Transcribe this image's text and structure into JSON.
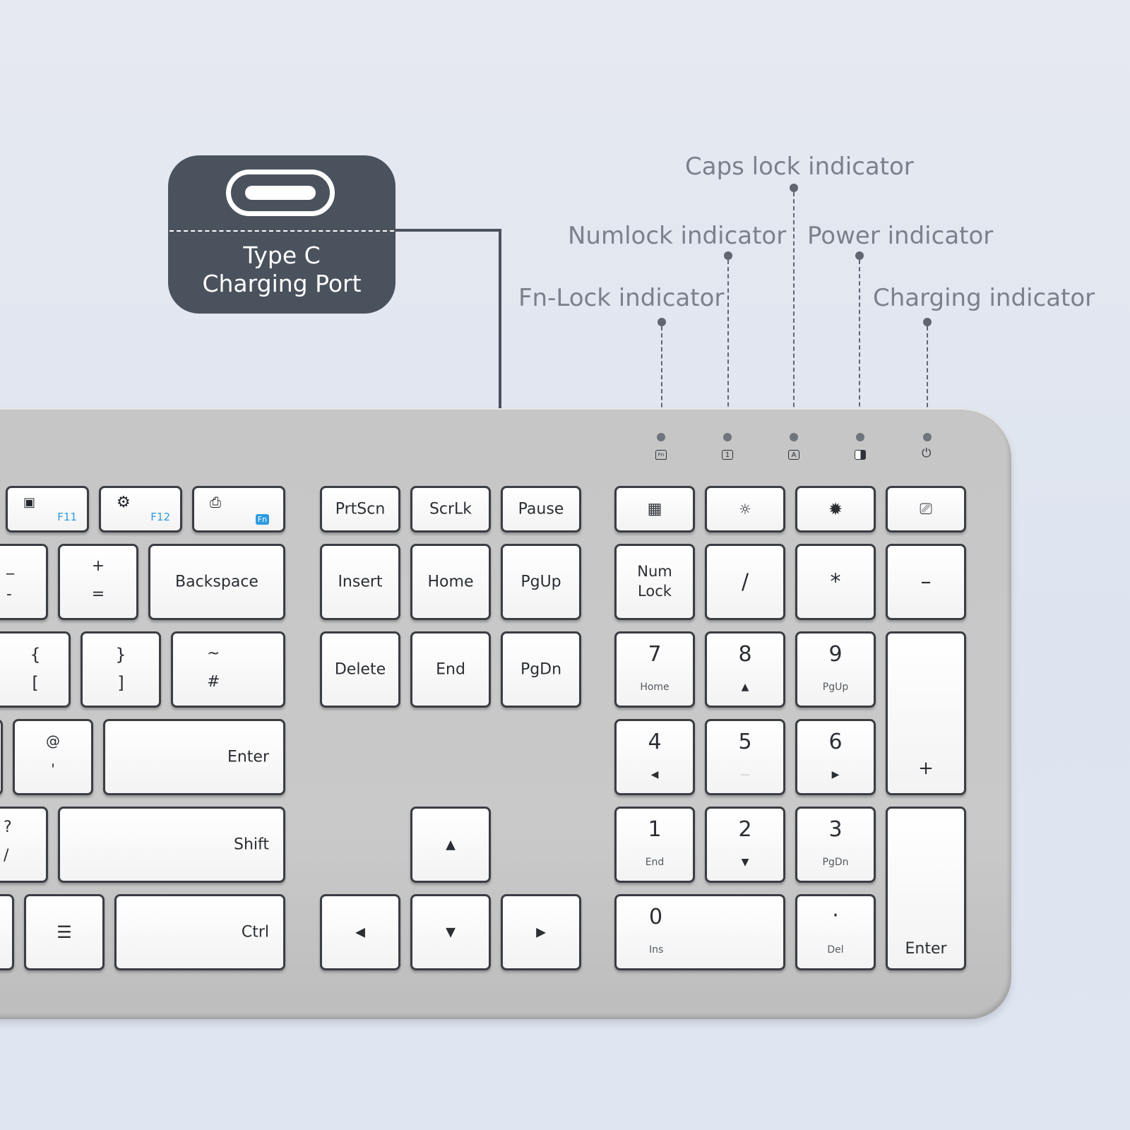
{
  "callout": {
    "line1": "Type C",
    "line2": "Charging Port",
    "color": "#4a525d",
    "icon": "usb-c-port-icon"
  },
  "indicators": {
    "caps_lock": "Caps lock indicator",
    "numlock": "Numlock indicator",
    "power": "Power indicator",
    "fn_lock": "Fn-Lock indicator",
    "charging": "Charging indicator",
    "led_icons": {
      "fn": "Fn",
      "num": "1",
      "caps": "A",
      "power": "battery-icon",
      "charge": "power-icon"
    }
  },
  "keys": {
    "f11": {
      "icon": "save-icon",
      "fn": "F11"
    },
    "f12": {
      "icon": "gear-icon",
      "fn": "F12"
    },
    "prtsc_fn": {
      "icon": "printer-icon",
      "lock": "Fn"
    },
    "prtscn": "PrtScn",
    "scrlk": "ScrLk",
    "pause": "Pause",
    "calc_icon": "calculator-icon",
    "bright_down_icon": "brightness-down-icon",
    "bright_up_icon": "brightness-up-icon",
    "lock_icon": "screen-lock-icon",
    "minus_top": "_",
    "minus_bottom": "-",
    "plus_top": "+",
    "plus_bottom": "=",
    "backspace": "Backspace",
    "insert": "Insert",
    "home": "Home",
    "pgup": "PgUp",
    "num_lock_1": "Num",
    "num_lock_2": "Lock",
    "np_div": "/",
    "np_mul": "*",
    "np_minus": "–",
    "lbrace_top": "{",
    "lbrace_bottom": "[",
    "rbrace_top": "}",
    "rbrace_bottom": "]",
    "tilde_top": "~",
    "tilde_bottom": "#",
    "delete": "Delete",
    "end": "End",
    "pgdn": "PgDn",
    "np7": "7",
    "np7_sub": "Home",
    "np8": "8",
    "np8_sub": "▲",
    "np9": "9",
    "np9_sub": "PgUp",
    "np_plus": "+",
    "at_top": "@",
    "at_bottom": "'",
    "enter": "Enter",
    "np4": "4",
    "np4_sub": "◀",
    "np5": "5",
    "np5_sub": "—",
    "np6": "6",
    "np6_sub": "▶",
    "q_top": "?",
    "q_bottom": "/",
    "shift": "Shift",
    "arrow_up": "▲",
    "np1": "1",
    "np1_sub": "End",
    "np2": "2",
    "np2_sub": "▼",
    "np3": "3",
    "np3_sub": "PgDn",
    "menu_icon": "menu-key-icon",
    "ctrl": "Ctrl",
    "arrow_left": "◀",
    "arrow_down": "▼",
    "arrow_right": "▶",
    "np0": "0",
    "np0_sub": "Ins",
    "np_dot": "·",
    "np_dot_sub": "Del",
    "np_enter": "Enter"
  }
}
